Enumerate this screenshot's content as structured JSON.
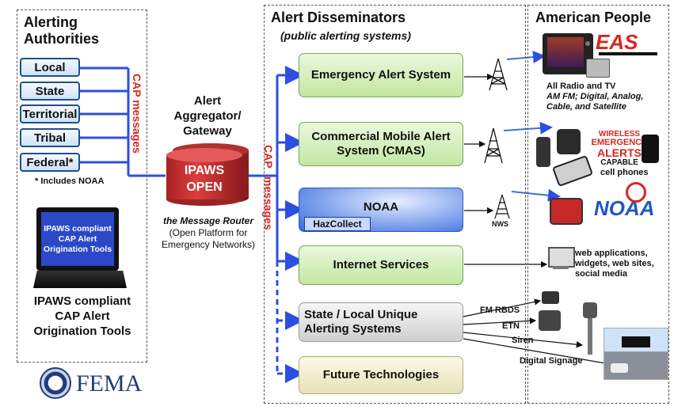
{
  "authorities": {
    "title_line1": "Alerting",
    "title_line2": "Authorities",
    "items": [
      "Local",
      "State",
      "Territorial",
      "Tribal",
      "Federal*"
    ],
    "footnote": "* Includes NOAA",
    "laptop_screen_text": "IPAWS compliant CAP Alert Origination Tools",
    "tools_label_line1": "IPAWS compliant",
    "tools_label_line2": "CAP Alert",
    "tools_label_line3": "Origination Tools",
    "fema_label": "FEMA"
  },
  "aggregator": {
    "title_line1": "Alert",
    "title_line2": "Aggregator/",
    "title_line3": "Gateway",
    "drum_line1": "IPAWS",
    "drum_line2": "OPEN",
    "caption_italic": "the Message Router",
    "caption_line2": "(Open Platform for",
    "caption_line3": "Emergency Networks)",
    "cap_messages_left": "CAP messages",
    "cap_word": "CAP",
    "messages_word": "messages"
  },
  "disseminators": {
    "title": "Alert Disseminators",
    "subtitle": "(public alerting systems)",
    "items": [
      {
        "label": "Emergency Alert System"
      },
      {
        "label": "Commercial Mobile Alert System (CMAS)"
      },
      {
        "label": "NOAA",
        "sub": "HazCollect"
      },
      {
        "label": "Internet Services"
      },
      {
        "label": "State / Local Unique Alerting Systems"
      },
      {
        "label": "Future Technologies"
      }
    ],
    "nws_label": "NWS",
    "outputs": [
      "FM RBDS",
      "ETN",
      "Siren",
      "Digital Signage"
    ]
  },
  "people": {
    "title": "American People",
    "eas_logo": "EAS",
    "radio_tv_line1": "All Radio and TV",
    "radio_tv_line2": "AM FM; Digital, Analog,",
    "radio_tv_line3": "Cable, and Satellite",
    "wea_line1": "WIRELESS",
    "wea_line2": "EMERGENCY",
    "wea_line3": "ALERTS",
    "wea_line4": "CAPABLE",
    "cell_label": "cell phones",
    "noaa_logo": "NOAA",
    "web_line1": "web applications,",
    "web_line2": "widgets, web sites,",
    "web_line3": "social media"
  },
  "colors": {
    "connector_blue": "#2d4fe0",
    "cap_red": "#d8261d",
    "box_green": "#c3e7a2",
    "noaa_blue": "#3b6fe0"
  }
}
